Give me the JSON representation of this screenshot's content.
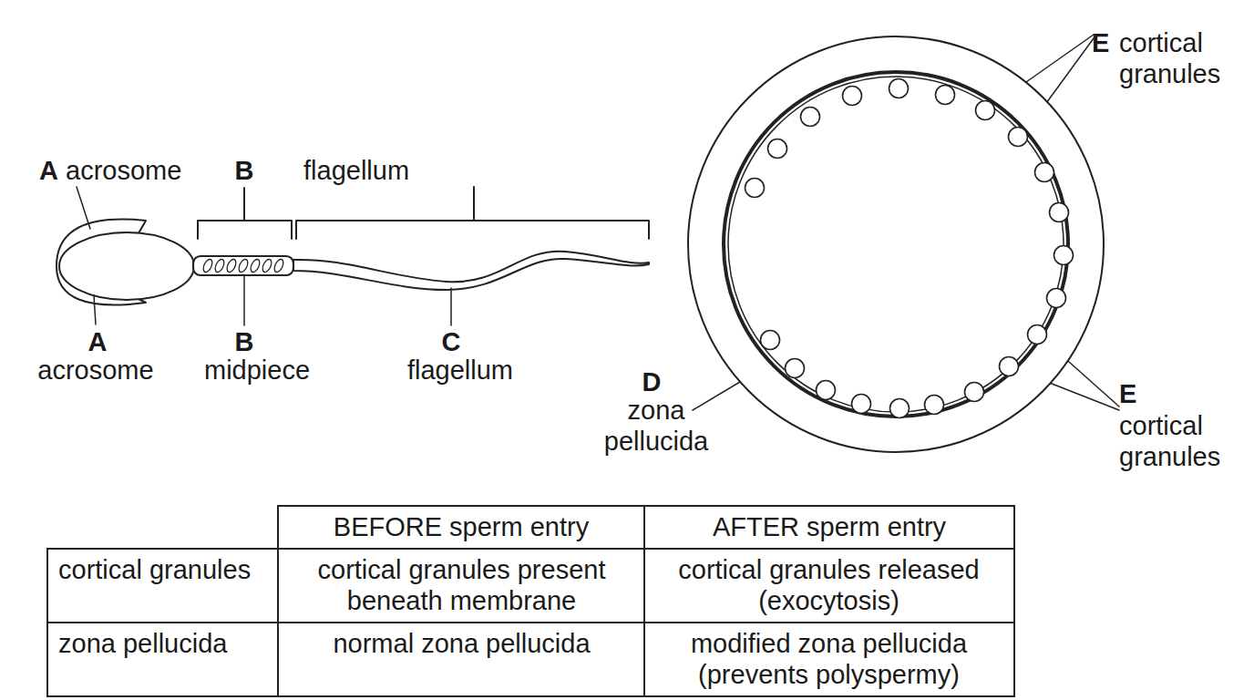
{
  "diagram": {
    "labels": [
      "A",
      "acrosome",
      "B",
      "flagellum",
      "E",
      "cortical granules",
      "A",
      "acrosome",
      "B",
      "midpiece",
      "C",
      "flagellum",
      "D",
      "zona pellucida",
      "E",
      "cortical granules",
      "BEFORE sperm entry",
      "AFTER sperm entry",
      "cortical granules",
      "cortical granules present beneath membrane",
      "cortical granules released (exocytosis)",
      "zona pellucida",
      "normal zona pellucida",
      "modified zona pellucida (prevents polyspermy)"
    ]
  }
}
